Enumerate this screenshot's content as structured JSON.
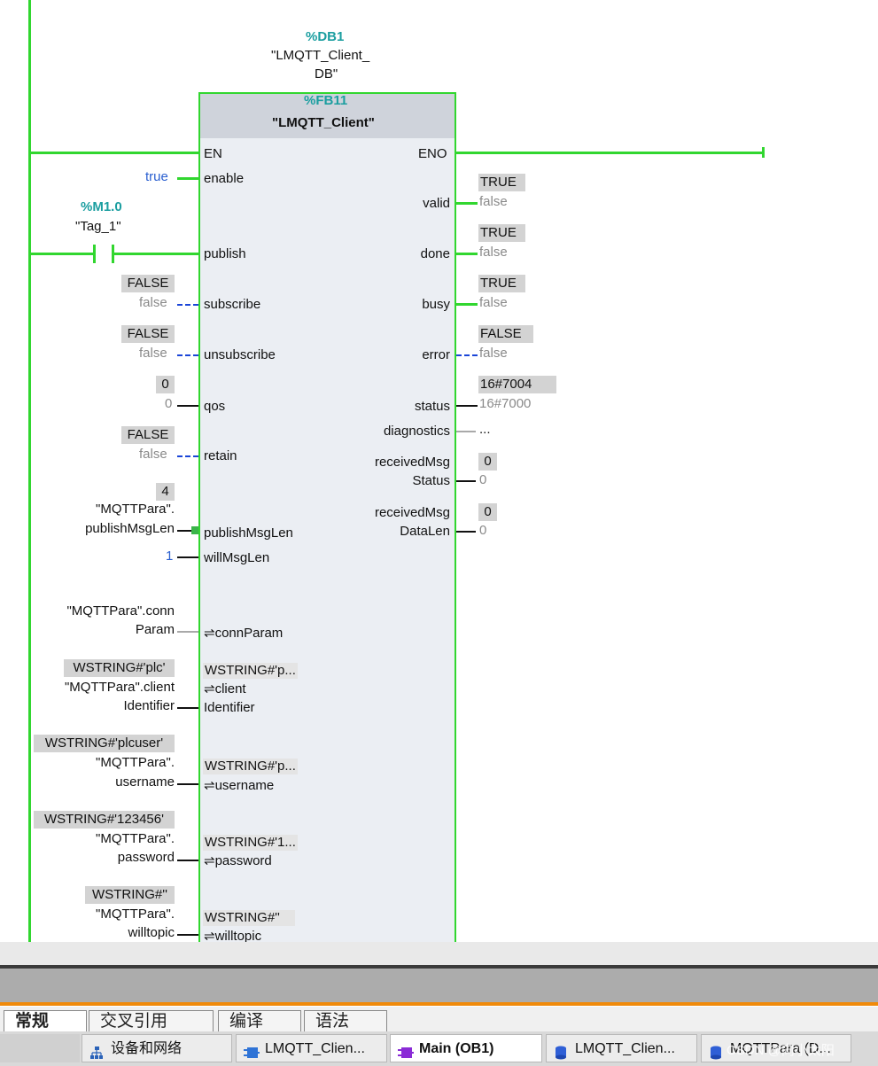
{
  "instance_db": {
    "address": "%DB1",
    "name_line1": "\"LMQTT_Client_",
    "name_line2": "DB\""
  },
  "block": {
    "address": "%FB11",
    "title": "\"LMQTT_Client\""
  },
  "pins": {
    "en": "EN",
    "eno": "ENO",
    "enable": "enable",
    "publish": "publish",
    "subscribe": "subscribe",
    "unsubscribe": "unsubscribe",
    "qos": "qos",
    "retain": "retain",
    "publishMsgLen": "publishMsgLen",
    "willMsgLen": "willMsgLen",
    "connParam": "⇌connParam",
    "client1": "⇌client",
    "client2": "Identifier",
    "username": "⇌username",
    "password": "⇌password",
    "willtopic": "⇌willtopic",
    "valid": "valid",
    "done": "done",
    "busy": "busy",
    "error": "error",
    "status": "status",
    "diagnostics": "diagnostics",
    "rms1": "receivedMsg",
    "rms2": "Status",
    "rmd1": "receivedMsg",
    "rmd2": "DataLen"
  },
  "inputs": {
    "enable_val": "true",
    "contact_addr": "%M1.0",
    "contact_tag": "\"Tag_1\"",
    "subscribe_mon": "FALSE",
    "subscribe_val": "false",
    "unsubscribe_mon": "FALSE",
    "unsubscribe_val": "false",
    "qos_mon": "0",
    "qos_val": "0",
    "retain_mon": "FALSE",
    "retain_val": "false",
    "pml_mon": "4",
    "pml_l1": "\"MQTTPara\".",
    "pml_l2": "publishMsgLen",
    "willMsgLen_val": "1",
    "conn_l1": "\"MQTTPara\".conn",
    "conn_l2": "Param",
    "client_mon": "WSTRING#'plc'",
    "client_l1": "\"MQTTPara\".client",
    "client_l2": "Identifier",
    "client_in_mon": "WSTRING#'p...",
    "user_mon": "WSTRING#'plcuser'",
    "user_l1": "\"MQTTPara\".",
    "user_l2": "username",
    "user_in_mon": "WSTRING#'p...",
    "pass_mon": "WSTRING#'123456'",
    "pass_l1": "\"MQTTPara\".",
    "pass_l2": "password",
    "pass_in_mon": "WSTRING#'1...",
    "will_mon": "WSTRING#''",
    "will_l1": "\"MQTTPara\".",
    "will_l2": "willtopic",
    "will_in_mon": "WSTRING#''"
  },
  "outputs": {
    "valid_mon": "TRUE",
    "valid_val": "false",
    "done_mon": "TRUE",
    "done_val": "false",
    "busy_mon": "TRUE",
    "busy_val": "false",
    "error_mon": "FALSE",
    "error_val": "false",
    "status_mon": "16#7004",
    "status_val": "16#7000",
    "diag_val": "...",
    "rms_mon": "0",
    "rms_val": "0",
    "rmd_mon": "0",
    "rmd_val": "0"
  },
  "tabs": [
    "常规",
    "交叉引用",
    "编译",
    "语法"
  ],
  "taskbar": [
    {
      "label": "设备和网络",
      "icon": "network-icon"
    },
    {
      "label": "LMQTT_Clien...",
      "icon": "function-block-icon"
    },
    {
      "label": "Main (OB1)",
      "icon": "organization-block-icon"
    },
    {
      "label": "LMQTT_Clien...",
      "icon": "data-block-icon"
    },
    {
      "label": "MQTTPara (D...",
      "icon": "data-block-icon"
    }
  ],
  "watermark": "CSDN @向小太阳"
}
